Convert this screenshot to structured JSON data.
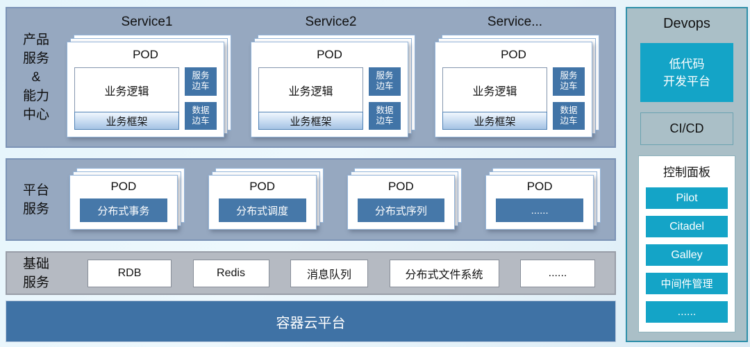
{
  "palette": {
    "band_blue_bg": "#96a8c0",
    "band_gray_bg": "#b5bac2",
    "steel_blue_box": "#4678a9",
    "sidecar_blue": "#4174a7",
    "container_bar_blue": "#3f72a5",
    "devops_cyan": "#14a4c7",
    "devops_panel_bg": "#aabfc7",
    "devops_border": "#2e8fa9",
    "framework_gradient_bottom": "#a4c2e3"
  },
  "product_band": {
    "label": "产品\n服务\n&\n能力\n中心",
    "services": [
      {
        "title": "Service1",
        "pod_title": "POD",
        "logic": "业务逻辑",
        "framework": "业务框架",
        "sidecar_top": "服务\n边车",
        "sidecar_bottom": "数据\n边车"
      },
      {
        "title": "Service2",
        "pod_title": "POD",
        "logic": "业务逻辑",
        "framework": "业务框架",
        "sidecar_top": "服务\n边车",
        "sidecar_bottom": "数据\n边车"
      },
      {
        "title": "Service...",
        "pod_title": "POD",
        "logic": "业务逻辑",
        "framework": "业务框架",
        "sidecar_top": "服务\n边车",
        "sidecar_bottom": "数据\n边车"
      }
    ]
  },
  "platform_band": {
    "label": "平台\n服务",
    "pods": [
      {
        "pod_title": "POD",
        "name": "分布式事务"
      },
      {
        "pod_title": "POD",
        "name": "分布式调度"
      },
      {
        "pod_title": "POD",
        "name": "分布式序列"
      },
      {
        "pod_title": "POD",
        "name": "......"
      }
    ]
  },
  "base_band": {
    "label": "基础\n服务",
    "items": [
      "RDB",
      "Redis",
      "消息队列",
      "分布式文件系统",
      "......"
    ]
  },
  "container_bar": {
    "label": "容器云平台"
  },
  "devops": {
    "title": "Devops",
    "low_code": "低代码\n开发平台",
    "cicd": "CI/CD",
    "control_panel_title": "控制面板",
    "control_items": [
      "Pilot",
      "Citadel",
      "Galley",
      "中间件管理",
      "......"
    ]
  }
}
